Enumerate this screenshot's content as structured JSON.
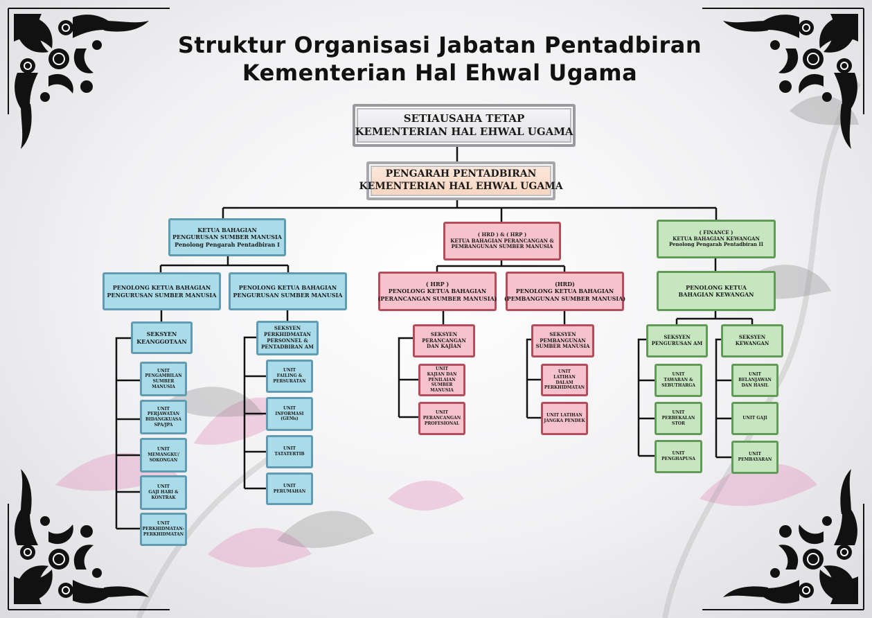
{
  "title": {
    "line1": "Struktur Organisasi Jabatan Pentadbiran",
    "line2": "Kementerian Hal Ehwal Ugama"
  },
  "colors": {
    "blue": "#a9dbe9",
    "pink": "#f6c2cb",
    "green": "#c6e6bf",
    "connector": "#111111"
  },
  "nodes": {
    "setiausaha": [
      "SETIAUSAHA TETAP",
      "KEMENTERIAN HAL EHWAL UGAMA"
    ],
    "pengarah": [
      "PENGARAH PENTADBIRAN",
      "KEMENTERIAN HAL EHWAL UGAMA"
    ],
    "hr_head": [
      "KETUA BAHAGIAN",
      "PENGURUSAN SUMBER MANUSIA",
      "Penolong Pengarah Pentadbiran I"
    ],
    "hrd_head": [
      "( HRD ) & ( HRP )",
      "KETUA BAHAGIAN PERANCANGAN &",
      "PEMBANGUNAN SUMBER MANUSIA"
    ],
    "fin_head": [
      "( FINANCE )",
      "KETUA BAHAGIAN KEWANGAN",
      "Penolong Pengarah Pentadbiran II"
    ],
    "hr_pk1": [
      "PENOLONG KETUA BAHAGIAN",
      "PENGURUSAN SUMBER MANUSIA"
    ],
    "hr_pk2": [
      "PENOLONG KETUA BAHAGIAN",
      "PENGURUSAN SUMBER MANUSIA"
    ],
    "hrp_pk": [
      "( HRP )",
      "PENOLONG KETUA BAHAGIAN",
      "(PERANCANGAN SUMBER MANUSIA)"
    ],
    "hrd_pk": [
      "(HRD)",
      "PENOLONG KETUA BAHAGIAN",
      "(PEMBANGUNAN SUMBER MANUSIA)"
    ],
    "fin_pk": [
      "PENOLONG KETUA",
      "BAHAGIAN KEWANGAN"
    ],
    "s_keanggotaan": [
      "SEKSYEN",
      "KEANGGOTAAN"
    ],
    "s_perkhidmatan": [
      "SEKSYEN",
      "PERKHIDMATAN",
      "PERSONNEL &",
      "PENTADBIRAN AM"
    ],
    "s_perancangan": [
      "SEKSYEN",
      "PERANCANGAN",
      "DAN KAJIAN"
    ],
    "s_pembangunan": [
      "SEKSYEN",
      "PEMBANGUNAN",
      "SUMBER MANUSIA"
    ],
    "s_pengurusan_am": [
      "SEKSYEN",
      "PENGURUSAN AM"
    ],
    "s_kewangan": [
      "SEKSYEN",
      "KEWANGAN"
    ],
    "u_pengambilan": [
      "UNIT",
      "PENGAMBILAN",
      "SUMBER",
      "MANUSIA"
    ],
    "u_perjawatan": [
      "UNIT",
      "PERJAWATAN",
      "BIDANGKUASA",
      "SPA/JPA"
    ],
    "u_memangku": [
      "UNIT",
      "MEMANGKU/",
      "SOKONGAN"
    ],
    "u_gaji_hari": [
      "UNIT",
      "GAJI HARI &",
      "KONTRAK"
    ],
    "u_perkhidmatan": [
      "UNIT",
      "PERKHIDMATAN-",
      "PERKHIDMATAN"
    ],
    "u_failing": [
      "UNIT",
      "FAILING &",
      "PERSURATAN"
    ],
    "u_informasi": [
      "UNIT",
      "INFORMASI",
      "(GEMs)"
    ],
    "u_tatatertib": [
      "UNIT",
      "TATATERTIB"
    ],
    "u_perumahan": [
      "UNIT",
      "PERUMAHAN"
    ],
    "u_kajian": [
      "UNIT",
      "KAJIAN DAN",
      "PENILAIAN",
      "SUMBER",
      "MANUSIA"
    ],
    "u_perancangan_prof": [
      "UNIT",
      "PERANCANGAN",
      "PROFESIONAL"
    ],
    "u_latihan": [
      "UNIT",
      "LATIHAN",
      "DALAM",
      "PERKHIDMATAN"
    ],
    "u_latihan_pendek": [
      "UNIT LATIHAN",
      "JANGKA PENDEK"
    ],
    "u_tawaran": [
      "UNIT",
      "TAWARAN &",
      "SEBUTHARGA"
    ],
    "u_perbekalan": [
      "UNIT",
      "PERBEKALAN",
      "STOR"
    ],
    "u_penghapusan": [
      "UNIT",
      "PENGHAPUSA"
    ],
    "u_belanjawan": [
      "UNIT",
      "BELANJAWAN",
      "DAN HASIL"
    ],
    "u_gaji": [
      "UNIT GAJI"
    ],
    "u_pembayaran": [
      "UNIT",
      "PEMBAYARAN"
    ]
  }
}
